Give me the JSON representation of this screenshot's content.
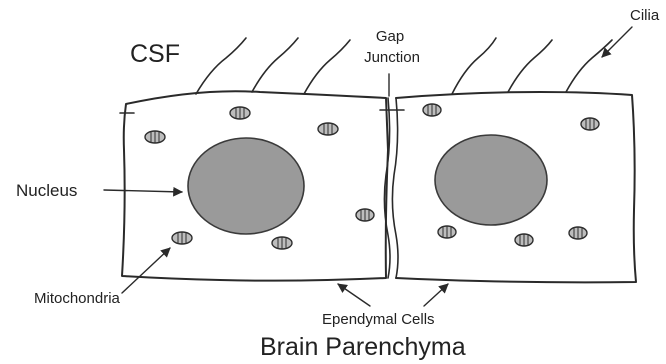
{
  "diagram": {
    "labels": {
      "csf": "CSF",
      "gap_line1": "Gap",
      "gap_line2": "Junction",
      "cilia": "Cilia",
      "nucleus": "Nucleus",
      "mitochondria": "Mitochondria",
      "ependymal_cells": "Ependymal Cells",
      "brain_parenchyma": "Brain Parenchyma"
    },
    "colors": {
      "ink": "#2a2a2a",
      "nucleus_fill": "#9a9a9a",
      "mitochondria_fill": "#bdbdbd"
    }
  }
}
